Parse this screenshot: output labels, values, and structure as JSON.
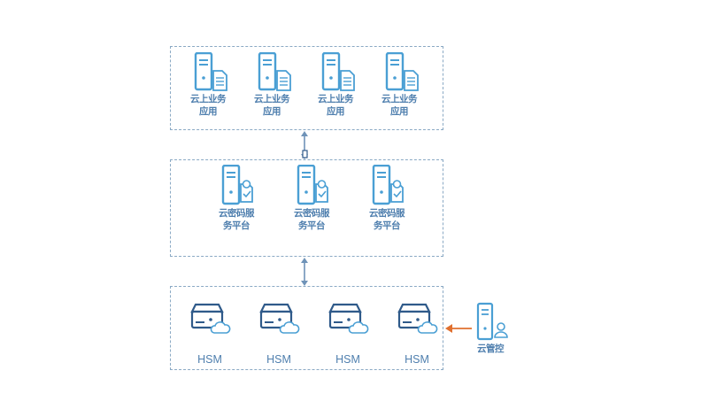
{
  "layers": {
    "apps": {
      "items": [
        {
          "label_line1": "云上业务",
          "label_line2": "应用"
        },
        {
          "label_line1": "云上业务",
          "label_line2": "应用"
        },
        {
          "label_line1": "云上业务",
          "label_line2": "应用"
        },
        {
          "label_line1": "云上业务",
          "label_line2": "应用"
        }
      ]
    },
    "platform": {
      "items": [
        {
          "label_line1": "云密码服",
          "label_line2": "务平台"
        },
        {
          "label_line1": "云密码服",
          "label_line2": "务平台"
        },
        {
          "label_line1": "云密码服",
          "label_line2": "务平台"
        }
      ]
    },
    "hsm": {
      "items": [
        {
          "label": "HSM"
        },
        {
          "label": "HSM"
        },
        {
          "label": "HSM"
        },
        {
          "label": "HSM"
        }
      ]
    }
  },
  "management": {
    "label": "云管控"
  },
  "colors": {
    "icon_blue": "#4a9fd4",
    "hsm_dark": "#2f5a8a",
    "label_blue": "#4f7fae",
    "dashed_border": "#8aa9c4",
    "connector": "#6f93b8",
    "mgmt_arrow": "#e0702f"
  }
}
